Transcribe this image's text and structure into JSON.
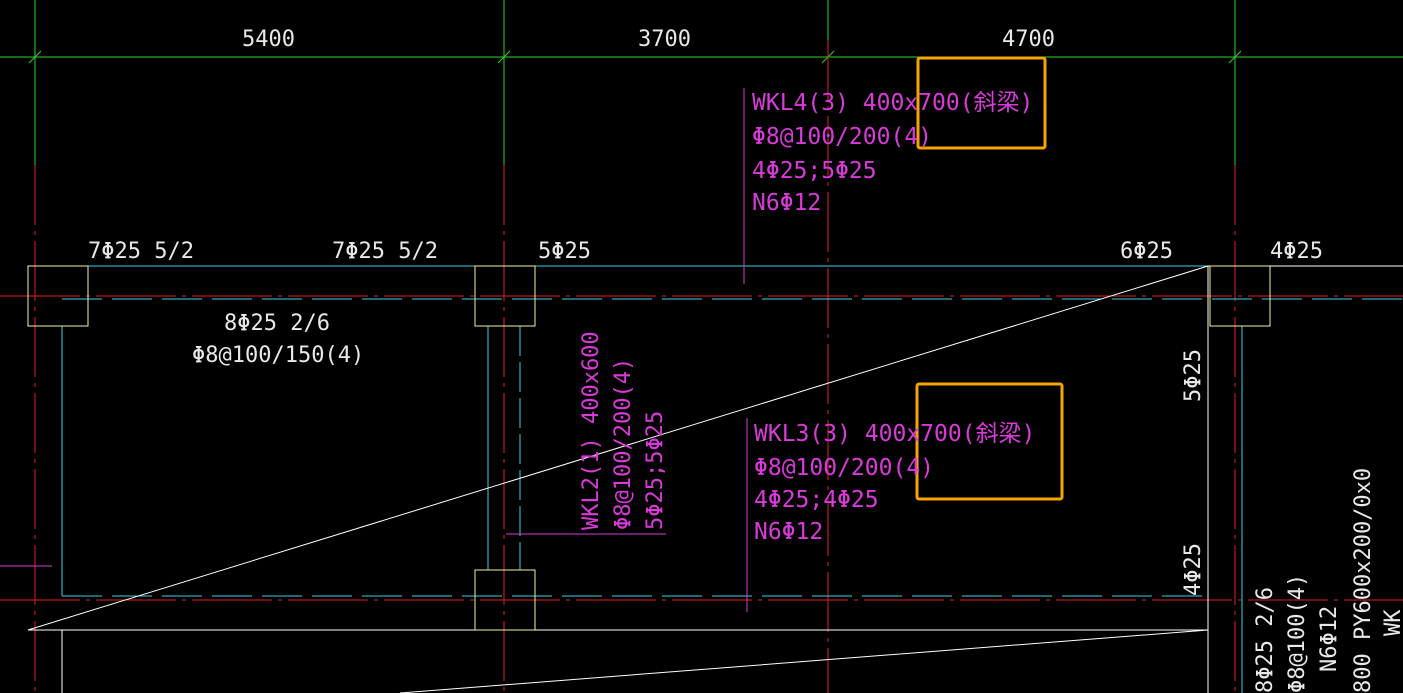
{
  "colors": {
    "background": "#000000",
    "axis_grid": "#2fd12f",
    "column_outline": "#f2f2a0",
    "annotation": "#d93ad9",
    "beam_white": "#ffffff",
    "beam_edge_cyan": "#38d2e6",
    "centerline_red": "#e02020",
    "dimension_text": "#e8e8e8",
    "highlight_box": "#f5a400"
  },
  "dimensions": [
    "5400",
    "3700",
    "4700"
  ],
  "beam_labels": {
    "wkl4": [
      "WKL4(3) 400x700(斜梁)",
      "Φ8@100/200(4)",
      "4Φ25;5Φ25",
      "N6Φ12"
    ],
    "wkl3": [
      "WKL3(3) 400x700(斜梁)",
      "Φ8@100/200(4)",
      "4Φ25;4Φ25",
      "N6Φ12"
    ],
    "wkl2": [
      "WKL2(1) 400x600",
      "Φ8@100/200(4)",
      "5Φ25;5Φ25"
    ],
    "span_left": [
      "8Φ25 2/6",
      "Φ8@100/150(4)"
    ],
    "right_bottom": [
      "8Φ25 2/6",
      "Φ8@100(4)",
      "N6Φ12"
    ],
    "right_edge": [
      "800 PY600x200/0x0",
      "WK"
    ]
  },
  "rebar_top": [
    "7Φ25 5/2",
    "7Φ25 5/2",
    "5Φ25",
    "6Φ25",
    "4Φ25"
  ],
  "rebar_side": [
    "5Φ25",
    "4Φ25"
  ]
}
